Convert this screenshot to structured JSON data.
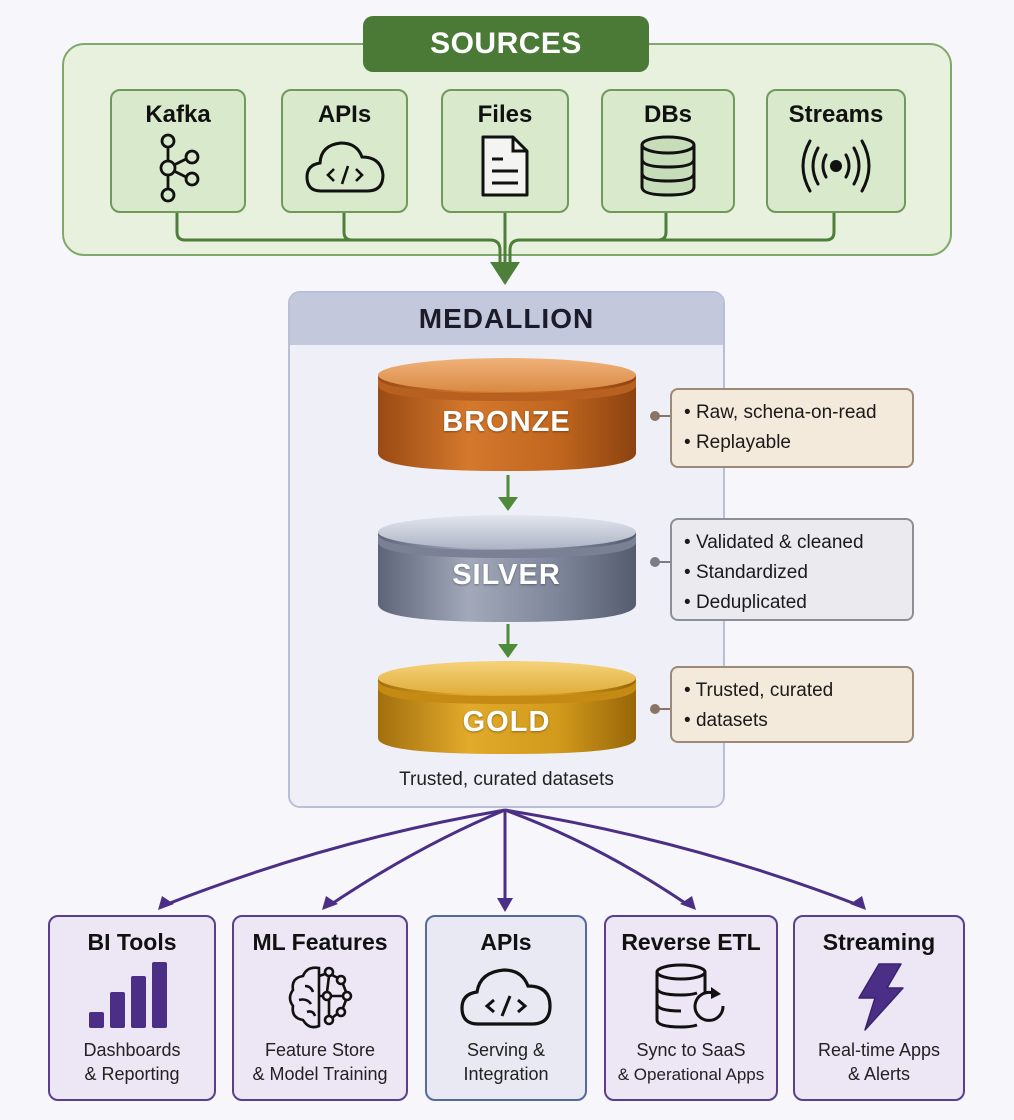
{
  "sources": {
    "title": "SOURCES",
    "items": [
      {
        "label": "Kafka",
        "icon": "kafka-graph-icon"
      },
      {
        "label": "APIs",
        "icon": "cloud-code-icon"
      },
      {
        "label": "Files",
        "icon": "document-icon"
      },
      {
        "label": "DBs",
        "icon": "database-icon"
      },
      {
        "label": "Streams",
        "icon": "broadcast-icon"
      }
    ]
  },
  "medallion": {
    "title": "MEDALLION",
    "layers": [
      {
        "label": "BRONZE",
        "notes": [
          "Raw, schena-on-read",
          "Replayable"
        ]
      },
      {
        "label": "SILVER",
        "notes": [
          "Validated & cleaned",
          "Standardized",
          "Deduplicated"
        ]
      },
      {
        "label": "GOLD",
        "notes": [
          "Trusted, curated",
          "datasets"
        ]
      }
    ],
    "caption": "Trusted, curated datasets"
  },
  "outputs": [
    {
      "title": "BI Tools",
      "sub1": "Dashboards",
      "sub2": "& Reporting",
      "icon": "bar-chart-icon"
    },
    {
      "title": "ML Features",
      "sub1": "Feature Store",
      "sub2": "& Model Training",
      "icon": "brain-network-icon"
    },
    {
      "title": "APIs",
      "sub1": "Serving &",
      "sub2": "Integration",
      "icon": "cloud-code-icon"
    },
    {
      "title": "Reverse ETL",
      "sub1": "Sync to SaaS",
      "sub2": "& Operational Apps",
      "icon": "database-sync-icon"
    },
    {
      "title": "Streaming",
      "sub1": "Real-time Apps",
      "sub2": "& Alerts",
      "icon": "lightning-icon"
    }
  ],
  "colors": {
    "sources_accent": "#4a7a35",
    "flow_green": "#4e8a3a",
    "outputs_accent": "#4b2f86",
    "bronze": "#c0661f",
    "silver": "#7d8599",
    "gold": "#d19a1c"
  }
}
